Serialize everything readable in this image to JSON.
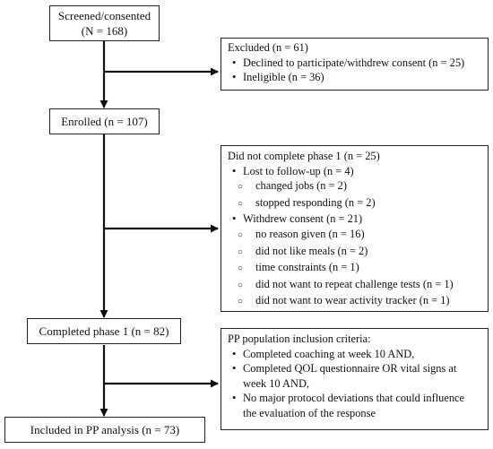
{
  "screened": {
    "line1": "Screened/consented",
    "line2": "(N = 168)"
  },
  "excluded": {
    "title": "Excluded (n = 61)",
    "items": [
      "Declined to participate/withdrew consent (n = 25)",
      "Ineligible (n = 36)"
    ]
  },
  "enrolled": {
    "label": "Enrolled (n = 107)"
  },
  "not_completed": {
    "title": "Did not complete phase 1 (n = 25)",
    "lost": {
      "label": "Lost to follow-up (n = 4)",
      "reasons": [
        "changed jobs (n = 2)",
        "stopped responding (n = 2)"
      ]
    },
    "withdrew": {
      "label": "Withdrew consent (n = 21)",
      "reasons": [
        "no reason given (n = 16)",
        "did not like meals (n = 2)",
        "time constraints (n = 1)",
        "did not want to repeat challenge tests (n = 1)",
        "did not want to wear activity tracker (n = 1)"
      ]
    }
  },
  "completed": {
    "label": "Completed phase 1 (n = 82)"
  },
  "criteria": {
    "title": "PP population inclusion criteria:",
    "items": [
      "Completed coaching at week 10 AND,",
      "Completed QOL questionnaire OR vital signs at week 10 AND,",
      "No major protocol deviations that could influence the evaluation of the response"
    ]
  },
  "included": {
    "label": "Included in PP analysis (n = 73)"
  }
}
